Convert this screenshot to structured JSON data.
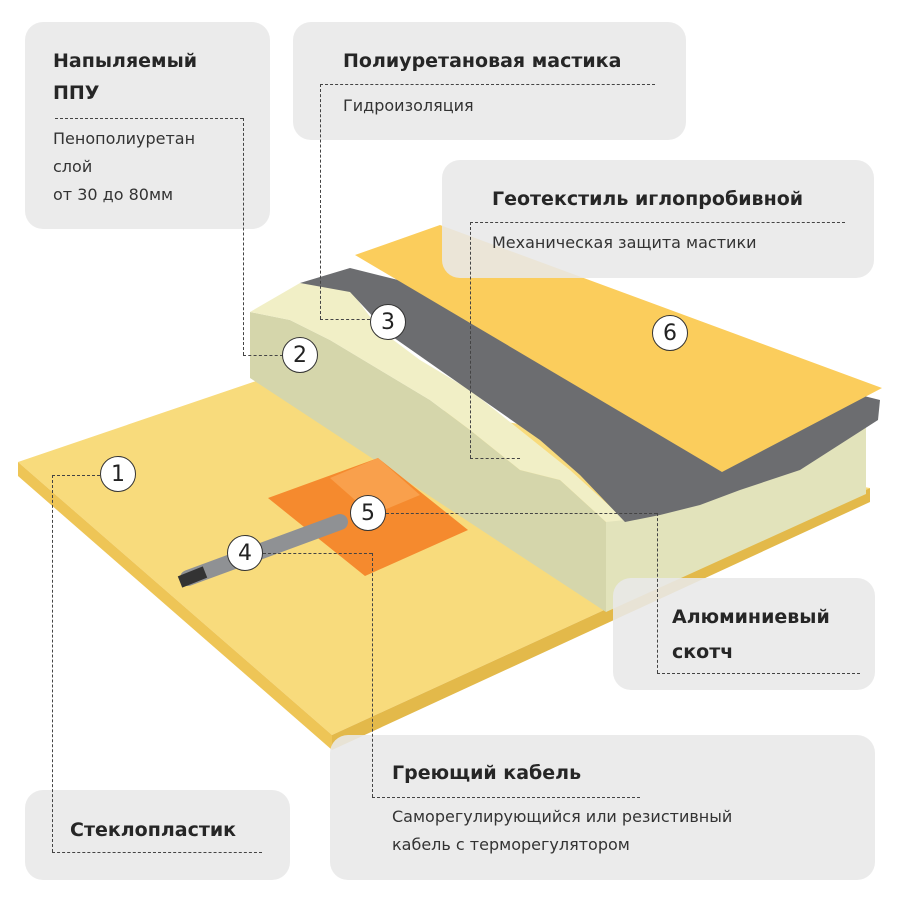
{
  "layers": [
    {
      "number": "1",
      "title": "Стеклопластик",
      "description": ""
    },
    {
      "number": "2",
      "title_lines": [
        "Напыляемый",
        "ППУ"
      ],
      "description_lines": [
        "Пенополиуретан",
        "слой",
        "от 30 до 80мм"
      ]
    },
    {
      "number": "3",
      "title": "Полиуретановая мастика",
      "description": "Гидроизоляция"
    },
    {
      "number": "4",
      "title": "Греющий кабель",
      "description_lines": [
        "Саморегулирующийся или резистивный",
        "кабель с терморегулятором"
      ]
    },
    {
      "number": "5",
      "title_lines": [
        "Алюминиевый",
        "скотч"
      ]
    },
    {
      "number": "6",
      "title": "Геотекстиль иглопробивной",
      "description": "Механическая защита мастики"
    }
  ],
  "colors": {
    "fiberglass": "#f7d36f",
    "foam": "#eeeec2",
    "mastic": "#6c6d70",
    "geotextile": "#fbcd5c",
    "tape": "#f58a2e",
    "label_bg": "#e8e8e8"
  }
}
